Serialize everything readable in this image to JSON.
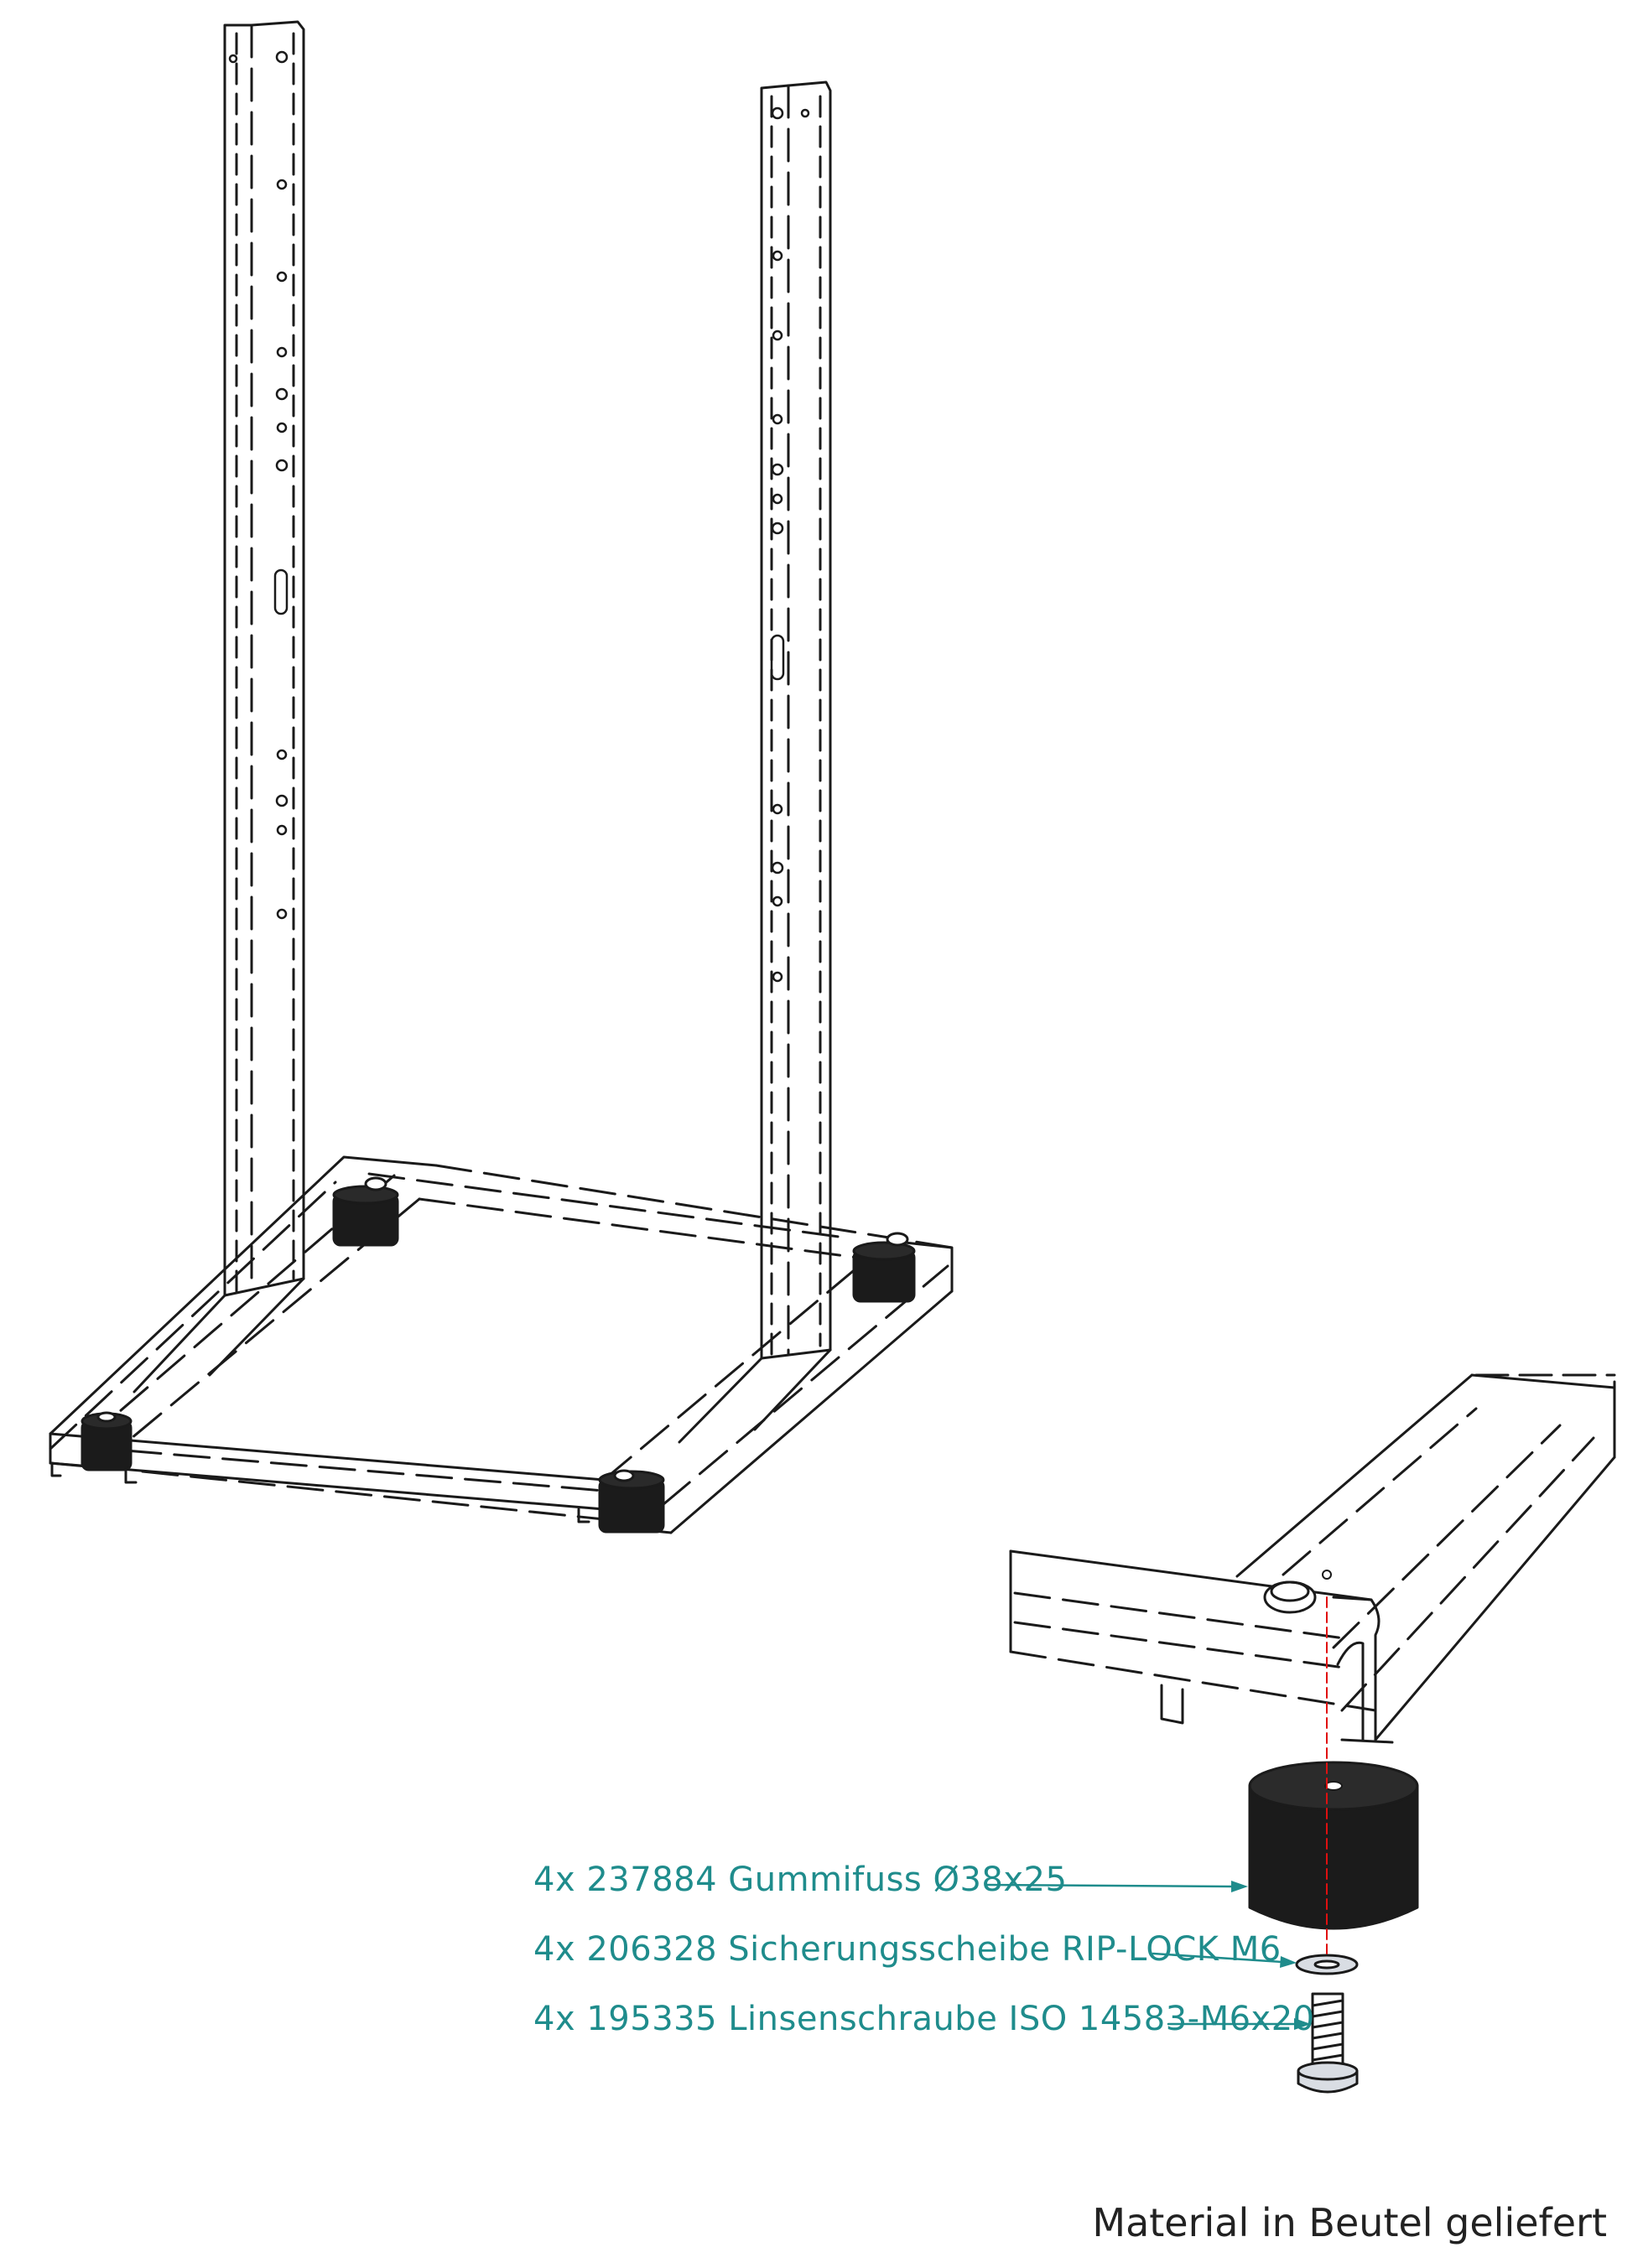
{
  "callouts": [
    {
      "qty": "4x",
      "part_no": "237884",
      "description": "Gummifuss Ø38x25"
    },
    {
      "qty": "4x",
      "part_no": "206328",
      "description": "Sicherungsscheibe RIP-LOCK M6"
    },
    {
      "qty": "4x",
      "part_no": "195335",
      "description": "Linsenschraube ISO 14583-M6x20"
    }
  ],
  "footnote": "Material in Beutel geliefert",
  "colors": {
    "line": "#1a1a1a",
    "callout": "#1f8c8c",
    "axis": "#e01010",
    "rubber": "#1b1b1b",
    "metal": "#d9dde3"
  }
}
